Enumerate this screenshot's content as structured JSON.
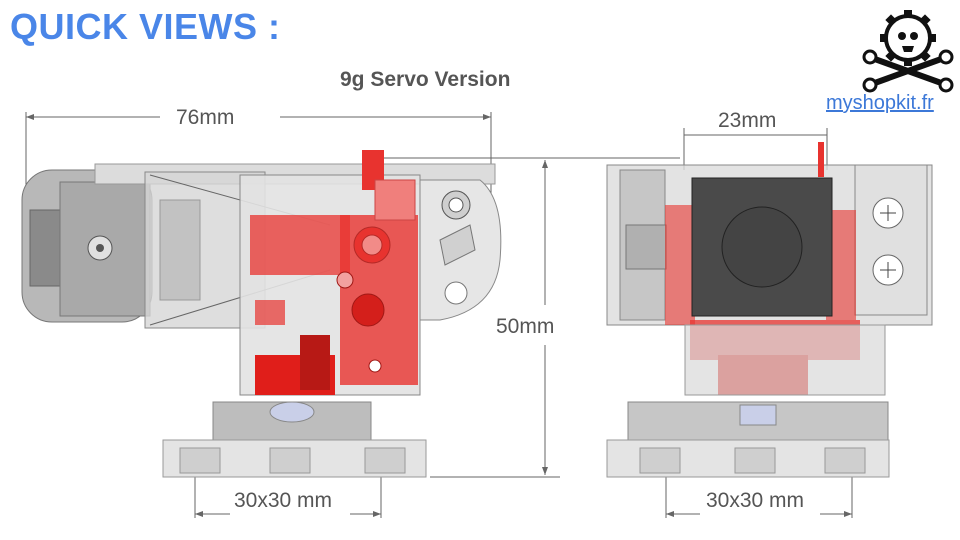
{
  "header": {
    "title": "QUICK VIEWS :",
    "subtitle": "9g Servo Version"
  },
  "brand": {
    "link_text": "myshopkit.fr",
    "logo_icon": "gear-skull-wrench-logo"
  },
  "dimensions": {
    "width_left": "76mm",
    "width_right": "23mm",
    "height": "50mm",
    "mount_left": "30x30 mm",
    "mount_right": "30x30 mm"
  },
  "colors": {
    "title": "#4a86e8",
    "link": "#3c78d8",
    "accent_red": "#e8332f",
    "part_gray": "#c8c8c8"
  }
}
